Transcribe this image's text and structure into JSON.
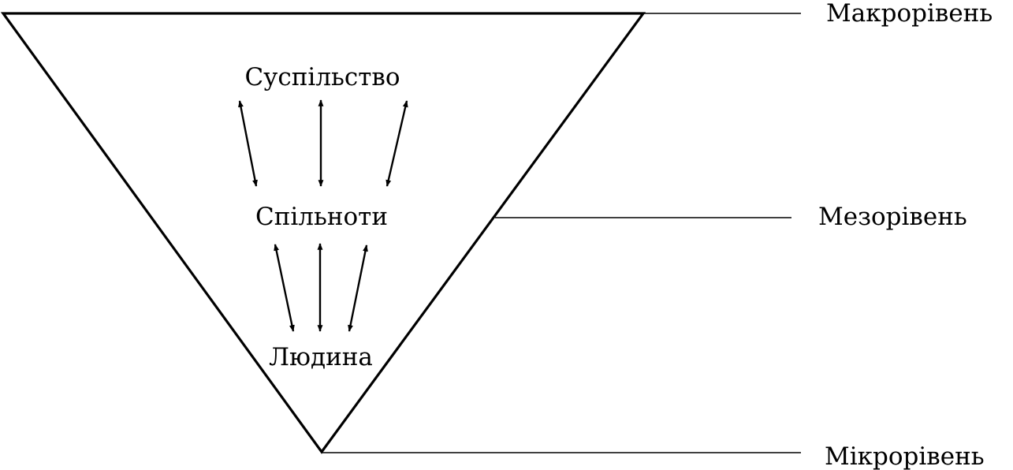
{
  "diagram": {
    "line_color": "#000000",
    "background": "#ffffff",
    "levels": {
      "macro": "Макрорівень",
      "meso": "Мезорівень",
      "micro": "Мікрорівень"
    },
    "nodes": {
      "society": "Суспільство",
      "communities": "Спільноти",
      "person": "Людина"
    }
  }
}
